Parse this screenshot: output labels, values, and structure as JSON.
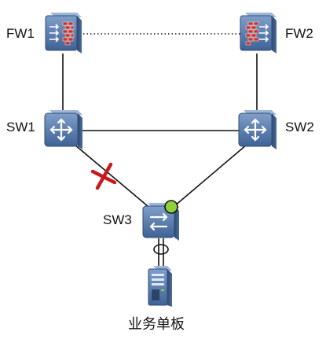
{
  "nodes": {
    "fw1": {
      "label": "FW1"
    },
    "fw2": {
      "label": "FW2"
    },
    "sw1": {
      "label": "SW1"
    },
    "sw2": {
      "label": "SW2"
    },
    "sw3": {
      "label": "SW3"
    },
    "board": {
      "label": "业务单板"
    }
  },
  "links": [
    {
      "from": "fw1",
      "to": "fw2",
      "style": "dotted"
    },
    {
      "from": "fw1",
      "to": "sw1",
      "style": "solid"
    },
    {
      "from": "fw2",
      "to": "sw2",
      "style": "solid"
    },
    {
      "from": "sw1",
      "to": "sw2",
      "style": "solid"
    },
    {
      "from": "sw1",
      "to": "sw3",
      "style": "solid",
      "state": "blocked"
    },
    {
      "from": "sw2",
      "to": "sw3",
      "style": "solid",
      "state": "active"
    },
    {
      "from": "sw3",
      "to": "board",
      "style": "aggregated"
    }
  ],
  "colors": {
    "device_face": "#5b7fae",
    "device_dark": "#34527c",
    "firewall_brick": "#c8322f",
    "blocked_marker": "#c8191e",
    "active_port": "#8fd13a",
    "line": "#111111"
  },
  "icons": {
    "firewall": "firewall-icon",
    "switch": "switch-icon",
    "board": "server-board-icon",
    "blocked": "cross-mark-icon",
    "active": "green-port-indicator"
  }
}
